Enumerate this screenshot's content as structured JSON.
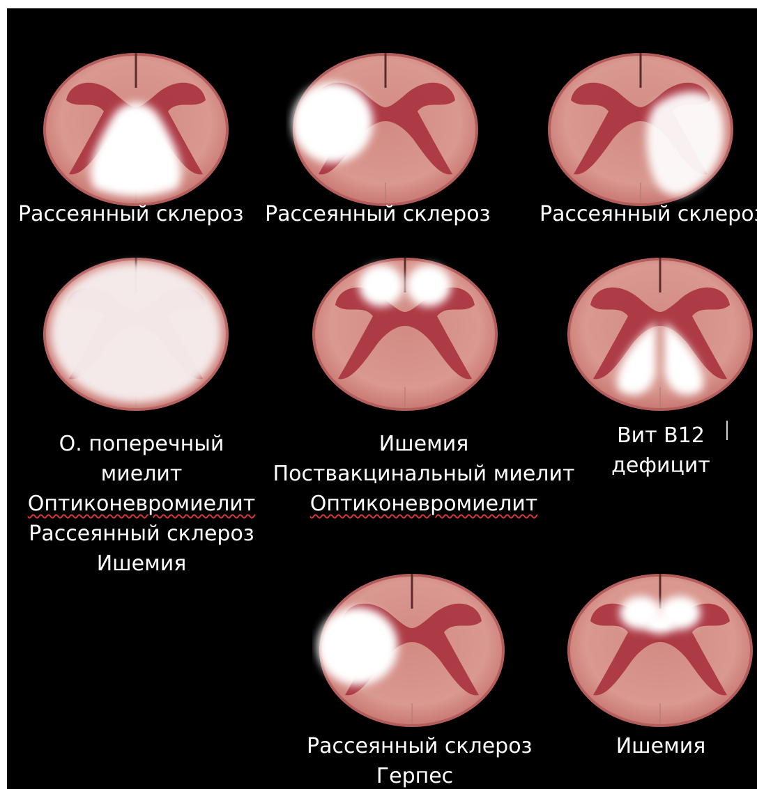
{
  "panels": [
    {
      "name": "ms-dorsal",
      "lesion": "dorsal-columns",
      "labels": [
        "Рассеянный склероз"
      ]
    },
    {
      "name": "ms-lateral-left",
      "lesion": "lateral-left",
      "labels": [
        "Рассеянный склероз"
      ]
    },
    {
      "name": "ms-dorsal-lateral-right",
      "lesion": "dorsolateral-right",
      "labels": [
        "Рассеянный склероз"
      ]
    },
    {
      "name": "transverse-myelitis",
      "lesion": "whole-section",
      "labels": [
        "О. поперечный",
        "миелит",
        "Оптиконевромиелит",
        "Рассеянный склероз",
        "Ишемия"
      ]
    },
    {
      "name": "ventral-horns",
      "lesion": "ventral-horns",
      "labels": [
        "Ишемия",
        "Поствакцинальный миелит",
        "Оптиконевромиелит"
      ]
    },
    {
      "name": "b12",
      "lesion": "posterior-columns",
      "labels": [
        "Вит В12",
        "дефицит"
      ]
    },
    {
      "name": "ms-herpes",
      "lesion": "lateral-left",
      "labels": [
        "Рассеянный склероз",
        "Герпес"
      ]
    },
    {
      "name": "ischemia-anterior",
      "lesion": "anterior-horns",
      "labels": [
        "Ишемия"
      ]
    }
  ],
  "spellcheck_underlined": [
    "Оптиконевромиелит"
  ],
  "colors": {
    "background": "#000000",
    "cord": "#d68f88",
    "gray_matter": "#a8323e",
    "lesion": "#ffffff"
  }
}
